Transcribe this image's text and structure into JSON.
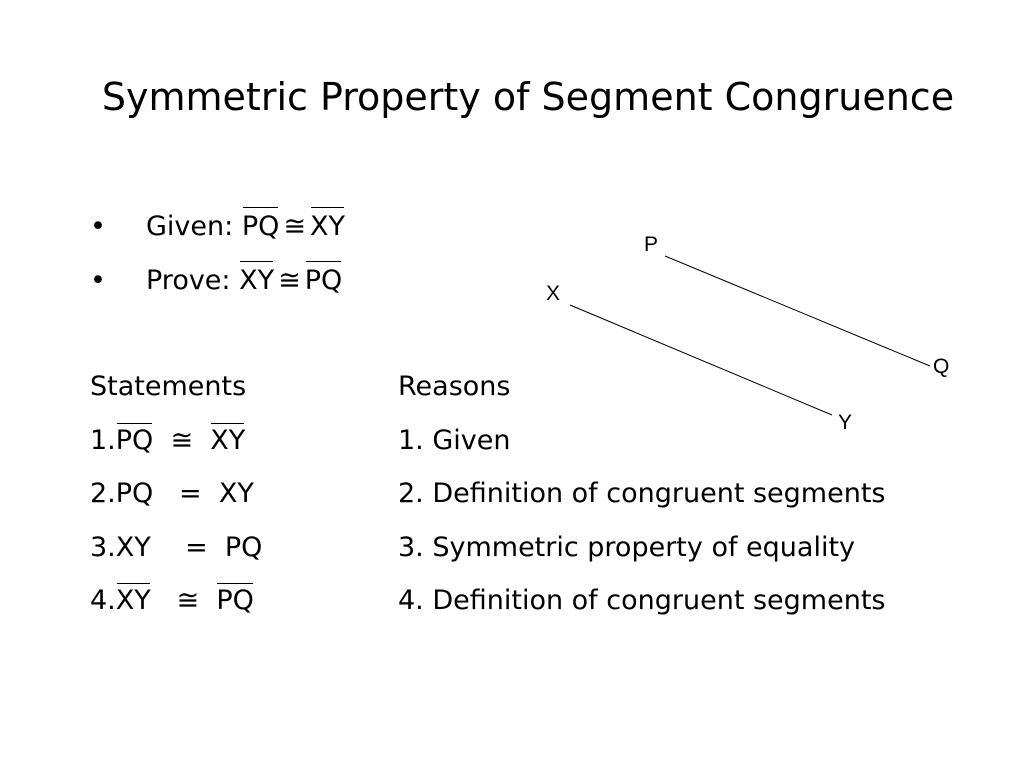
{
  "slide": {
    "title": "Symmetric Property of Segment Congruence"
  },
  "given": {
    "bullet": "•",
    "label": "Given:",
    "seg1": "PQ",
    "symbol": "≅",
    "seg2": "XY"
  },
  "prove": {
    "bullet": "•",
    "label": "Prove:",
    "seg1": "XY",
    "symbol": "≅",
    "seg2": "PQ"
  },
  "proof": {
    "statements_header": "Statements",
    "reasons_header": "Reasons",
    "rows": [
      {
        "num": "1.",
        "left": "PQ",
        "op": "  ≅  ",
        "right": "XY",
        "reason": "1. Given"
      },
      {
        "num": "2.",
        "left": "PQ",
        "op": "   =  ",
        "right": "XY",
        "reason": "2. Definition of congruent segments"
      },
      {
        "num": "3.",
        "left": "XY",
        "op": "    =  ",
        "right": "PQ",
        "reason": "3. Symmetric property of equality"
      },
      {
        "num": "4.",
        "left": "XY",
        "op": "   ≅  ",
        "right": "PQ",
        "reason": "4. Definition of congruent segments"
      }
    ]
  },
  "diagram": {
    "labels": {
      "p": "P",
      "q": "Q",
      "x": "X",
      "y": "Y"
    }
  }
}
